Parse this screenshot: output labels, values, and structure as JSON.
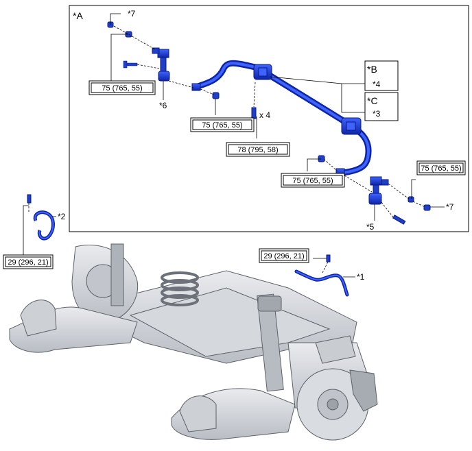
{
  "diagram": {
    "inset_label": "*A",
    "callouts": {
      "c1": "*1",
      "c2": "*2",
      "c3": "*3",
      "c4": "*4",
      "c5": "*5",
      "c6": "*6",
      "c7a": "*7",
      "c7b": "*7",
      "cB": "*B",
      "cC": "*C"
    },
    "torques": {
      "t1": "75 (765, 55)",
      "t2": "75 (765, 55)",
      "t3": "78 (795, 58)",
      "t4": "75 (765, 55)",
      "t5": "75 (765, 55)",
      "t6": "29 (296, 21)",
      "t7": "29 (296, 21)"
    },
    "quantity": "x 4",
    "colors": {
      "part_blue": "#1f3fc9",
      "frame_gray": "#c8ccd2",
      "dark_gray": "#7d828a"
    }
  }
}
